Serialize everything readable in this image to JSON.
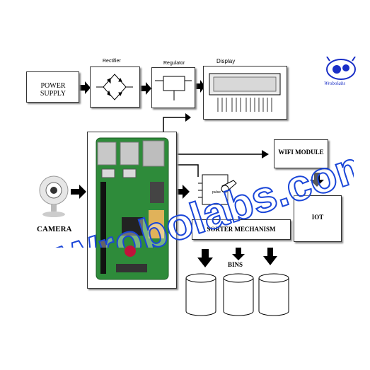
{
  "blocks": {
    "power_supply": "POWER SUPPLY",
    "rectifier": "Rectifier",
    "regulator": "Regulator",
    "display": "Display",
    "wifi": "WIFI MODULE",
    "iot": "IOT",
    "camera": "CAMERA",
    "sorter": "SORTER MECHANISM",
    "bins": "BINS",
    "servo_pin": "pulse"
  },
  "watermark": {
    "text": "Wrobolabs.com",
    "logo_text": "Wrobolabs",
    "color": "#1a46d8"
  }
}
